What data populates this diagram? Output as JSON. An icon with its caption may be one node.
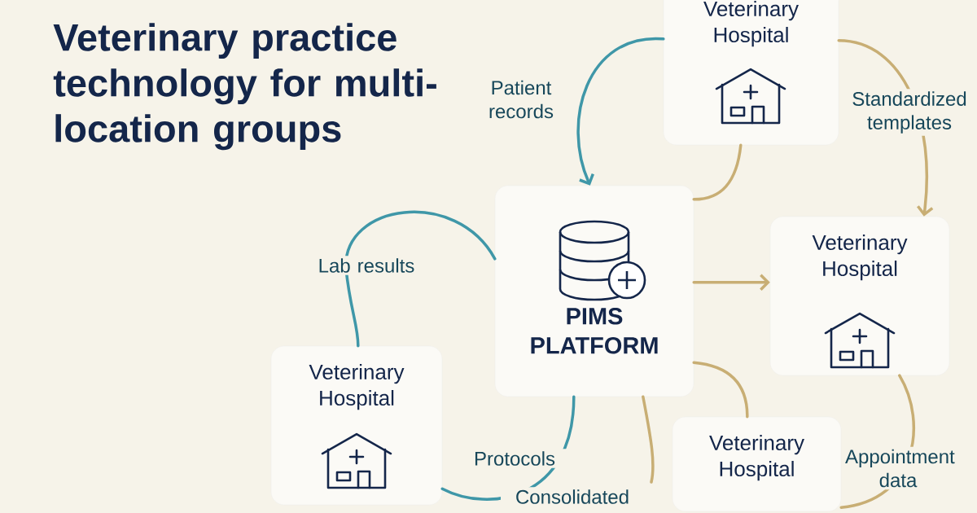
{
  "diagram": {
    "title": "Veterinary practice technology for multi-location groups",
    "nodes": [
      {
        "text": [
          "Veterinary Hospital"
        ]
      },
      {
        "text": [
          "PIMS PLATFORM"
        ]
      },
      {
        "text": [
          "Veterinary Hospital"
        ]
      },
      {
        "text": [
          "Veterinary Hospital"
        ]
      },
      {
        "text": [
          "Veterinary Hospital"
        ]
      }
    ],
    "edges": [
      {
        "from": 0,
        "to": 1,
        "arrow": "to",
        "label": "Patient records",
        "color": "#3f97a8"
      },
      {
        "from": 0,
        "to": 2,
        "arrow": "to",
        "label": "Standardized templates"
      },
      {
        "from": 0,
        "to": 1,
        "arrow": "none"
      },
      {
        "from": 1,
        "to": 2,
        "arrow": "to"
      },
      {
        "from": 1,
        "to": 3,
        "arrow": "none",
        "label": "Lab results",
        "color": "#3f97a8"
      },
      {
        "from": 1,
        "to": 3,
        "arrow": "none",
        "label": "Protocols",
        "color": "#3f97a8"
      },
      {
        "from": 1,
        "to": null,
        "arrow": "none",
        "label": "Consolidated"
      },
      {
        "from": 1,
        "to": 4,
        "arrow": "none"
      },
      {
        "from": 2,
        "to": 4,
        "arrow": "none",
        "label": "Appointment data"
      }
    ]
  }
}
